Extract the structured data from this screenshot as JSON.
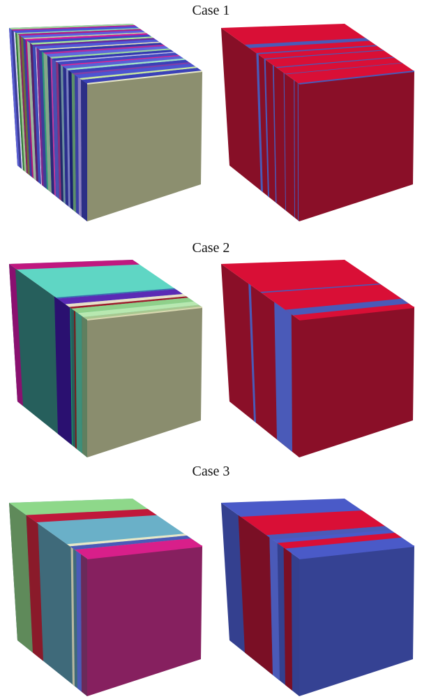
{
  "cases": [
    {
      "title": "Case 1",
      "left": {
        "side_base": "#2b2d8a",
        "side_stripes": [
          [
            "#5a5fd0",
            0.0,
            0.03
          ],
          [
            "#3b3b98",
            0.03,
            0.06
          ],
          [
            "#d9d9f0",
            0.06,
            0.08
          ],
          [
            "#2a7a2a",
            0.08,
            0.1
          ],
          [
            "#9cc48f",
            0.1,
            0.13
          ],
          [
            "#8f1f5c",
            0.13,
            0.15
          ],
          [
            "#6b6f3a",
            0.15,
            0.18
          ],
          [
            "#3a3f9e",
            0.18,
            0.21
          ],
          [
            "#b2127a",
            0.21,
            0.23
          ],
          [
            "#9db69e",
            0.23,
            0.27
          ],
          [
            "#5a1f6a",
            0.27,
            0.3
          ],
          [
            "#3b4cb6",
            0.3,
            0.34
          ],
          [
            "#ffe0f0",
            0.34,
            0.35
          ],
          [
            "#7a2a8a",
            0.35,
            0.38
          ],
          [
            "#3b3f99",
            0.38,
            0.42
          ],
          [
            "#2a9a7a",
            0.42,
            0.44
          ],
          [
            "#84a889",
            0.44,
            0.49
          ],
          [
            "#2a2a7a",
            0.49,
            0.53
          ],
          [
            "#c43a9f",
            0.53,
            0.55
          ],
          [
            "#4a4fb0",
            0.55,
            0.6
          ],
          [
            "#8f2f7a",
            0.6,
            0.63
          ],
          [
            "#1f2a6a",
            0.63,
            0.66
          ],
          [
            "#6b8f9f",
            0.66,
            0.69
          ],
          [
            "#2b2e8c",
            0.69,
            0.73
          ],
          [
            "#7a7fc0",
            0.73,
            0.76
          ],
          [
            "#1a1f70",
            0.76,
            0.8
          ],
          [
            "#5c8f6a",
            0.8,
            0.84
          ],
          [
            "#3a3fa4",
            0.84,
            0.88
          ],
          [
            "#8a7fbf",
            0.88,
            0.92
          ],
          [
            "#2c2f86",
            0.92,
            1.0
          ]
        ],
        "top_base": "#3f43b9",
        "top_stripes": [
          [
            "#9fd89a",
            0.0,
            0.03
          ],
          [
            "#c21a8f",
            0.03,
            0.05
          ],
          [
            "#4a52d8",
            0.05,
            0.09
          ],
          [
            "#8fe3b0",
            0.09,
            0.11
          ],
          [
            "#b01e86",
            0.11,
            0.14
          ],
          [
            "#5a5fe0",
            0.14,
            0.18
          ],
          [
            "#c8d8a8",
            0.18,
            0.2
          ],
          [
            "#d21a9a",
            0.2,
            0.23
          ],
          [
            "#3e46c4",
            0.23,
            0.27
          ],
          [
            "#a8e89a",
            0.27,
            0.3
          ],
          [
            "#6a2a9a",
            0.3,
            0.33
          ],
          [
            "#4f58d6",
            0.33,
            0.38
          ],
          [
            "#e8e8c0",
            0.38,
            0.4
          ],
          [
            "#2f3aa8",
            0.4,
            0.44
          ],
          [
            "#b52e9a",
            0.44,
            0.47
          ],
          [
            "#5f66e0",
            0.47,
            0.52
          ],
          [
            "#9ad6a0",
            0.52,
            0.55
          ],
          [
            "#3338b0",
            0.55,
            0.59
          ],
          [
            "#c0c0e8",
            0.59,
            0.61
          ],
          [
            "#4248c0",
            0.61,
            0.66
          ],
          [
            "#d62a95",
            0.66,
            0.68
          ],
          [
            "#5960d8",
            0.68,
            0.73
          ],
          [
            "#a0e0c8",
            0.73,
            0.76
          ],
          [
            "#3a40b8",
            0.76,
            0.81
          ],
          [
            "#7f3fa8",
            0.81,
            0.84
          ],
          [
            "#4c54d2",
            0.84,
            0.9
          ],
          [
            "#c8e8a0",
            0.9,
            0.93
          ],
          [
            "#3b41b8",
            0.93,
            1.0
          ]
        ],
        "front": "#8c8f6f",
        "ridge": "#e8e8c8"
      },
      "right": {
        "side_base": "#870f27",
        "side_stripes": [
          [
            "#4a5ab8",
            0.45,
            0.48
          ],
          [
            "#4a5ab8",
            0.55,
            0.57
          ],
          [
            "#4a5ab8",
            0.66,
            0.675
          ],
          [
            "#4a5ab8",
            0.8,
            0.81
          ],
          [
            "#4a5ab8",
            0.93,
            0.94
          ],
          [
            "#4a5ab8",
            0.98,
            0.99
          ]
        ],
        "top_base": "#d90f36",
        "top_stripes": [
          [
            "#4a5ab8",
            0.3,
            0.36
          ],
          [
            "#4a5ab8",
            0.45,
            0.47
          ],
          [
            "#4a5ab8",
            0.55,
            0.565
          ],
          [
            "#4a5ab8",
            0.7,
            0.715
          ],
          [
            "#4a5ab8",
            0.82,
            0.83
          ]
        ],
        "front": "#8a0f28",
        "ridge": "#4a5ab8"
      }
    },
    {
      "title": "Case 2",
      "left": {
        "side_base": "#265f5c",
        "side_stripes": [
          [
            "#8a1070",
            0.0,
            0.08
          ],
          [
            "#2a1070",
            0.58,
            0.78
          ],
          [
            "#15a06a",
            0.78,
            0.79
          ],
          [
            "#7a1a1a",
            0.83,
            0.85
          ],
          [
            "#3d8f7a",
            0.85,
            0.93
          ],
          [
            "#5f7f5f",
            0.93,
            1.0
          ]
        ],
        "top_base": "#5fd6c4",
        "top_stripes": [
          [
            "#c0187f",
            0.0,
            0.1
          ],
          [
            "#3a6fb0",
            0.6,
            0.62
          ],
          [
            "#5a2ab5",
            0.62,
            0.72
          ],
          [
            "#e8e0c8",
            0.72,
            0.77
          ],
          [
            "#a01a2a",
            0.77,
            0.8
          ],
          [
            "#8fd08a",
            0.8,
            0.88
          ],
          [
            "#b8e8b0",
            0.88,
            0.95
          ],
          [
            "#a8c890",
            0.95,
            1.0
          ]
        ],
        "front": "#8a8d6e",
        "ridge": "#d8d8b0"
      },
      "right": {
        "side_base": "#8a0f28",
        "side_stripes": [
          [
            "#4a5ab8",
            0.35,
            0.38
          ],
          [
            "#4a5ab8",
            0.68,
            0.9
          ]
        ],
        "top_base": "#d90f36",
        "top_stripes": [
          [
            "#4a5ab8",
            0.5,
            0.52
          ],
          [
            "#4a5ab8",
            0.82,
            0.92
          ]
        ],
        "front": "#8a0f28",
        "ridge": "#d90f36"
      }
    },
    {
      "title": "Case 3",
      "left": {
        "side_base": "#3f6a7a",
        "side_stripes": [
          [
            "#5f8a5a",
            0.0,
            0.22
          ],
          [
            "#8a1a2a",
            0.22,
            0.37
          ],
          [
            "#b8b8a0",
            0.79,
            0.82
          ],
          [
            "#4a5ab8",
            0.86,
            0.92
          ],
          [
            "#6a2a5a",
            0.92,
            1.0
          ]
        ],
        "top_base": "#6ab0c8",
        "top_stripes": [
          [
            "#8ed88a",
            0.0,
            0.22
          ],
          [
            "#c0183a",
            0.22,
            0.35
          ],
          [
            "#e8e8c8",
            0.74,
            0.78
          ],
          [
            "#4a5ab8",
            0.78,
            0.84
          ],
          [
            "#d81f8a",
            0.84,
            1.0
          ]
        ],
        "front": "#86205f",
        "ridge": "#d81f8a"
      },
      "right": {
        "side_base": "#34408f",
        "side_stripes": [
          [
            "#7a0f25",
            0.22,
            0.62
          ],
          [
            "#4a5ab8",
            0.62,
            0.72
          ],
          [
            "#7a0f25",
            0.8,
            0.9
          ]
        ],
        "top_base": "#4a5ac8",
        "top_stripes": [
          [
            "#d90f36",
            0.25,
            0.58
          ],
          [
            "#4a5ab8",
            0.58,
            0.66
          ],
          [
            "#d90f36",
            0.72,
            0.82
          ]
        ],
        "front": "#354293",
        "ridge": "#4a5ac8"
      }
    }
  ]
}
